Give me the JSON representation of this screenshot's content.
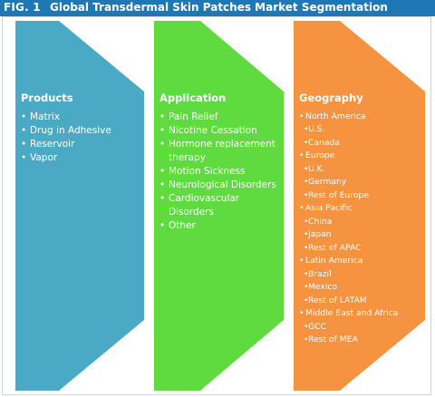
{
  "figure": {
    "label": "FIG. 1",
    "title": "Global Transdermal Skin Patches Market Segmentation"
  },
  "colors": {
    "title_bar": "#1f78b4",
    "products": "#4aa9c4",
    "application": "#5fdb3f",
    "geography": "#f59340"
  },
  "columns": [
    {
      "heading": "Products",
      "items": [
        "Matrix",
        "Drug in Adhesive",
        "Reservoir",
        "Vapor"
      ]
    },
    {
      "heading": "Application",
      "items": [
        "Pain Relief",
        "Nicotine Cessation",
        "Hormone replacement therapy",
        "Motion Sickness",
        "Neurological Disorders",
        "Cardiovascular Disorders",
        "Other"
      ]
    },
    {
      "heading": "Geography",
      "regions": [
        {
          "name": "North America",
          "subs": [
            "U.S.",
            "Canada"
          ]
        },
        {
          "name": "Europe",
          "subs": [
            "U.K.",
            "Germany",
            "Rest of Europe"
          ]
        },
        {
          "name": "Asia Pacific",
          "subs": [
            "China",
            "Japan",
            "Rest of APAC"
          ]
        },
        {
          "name": "Latin America",
          "subs": [
            "Brazil",
            "Mexico",
            "Rest of LATAM"
          ]
        },
        {
          "name": "Middle East and Africa",
          "subs": [
            "GCC",
            "Rest of MEA"
          ]
        }
      ]
    }
  ]
}
